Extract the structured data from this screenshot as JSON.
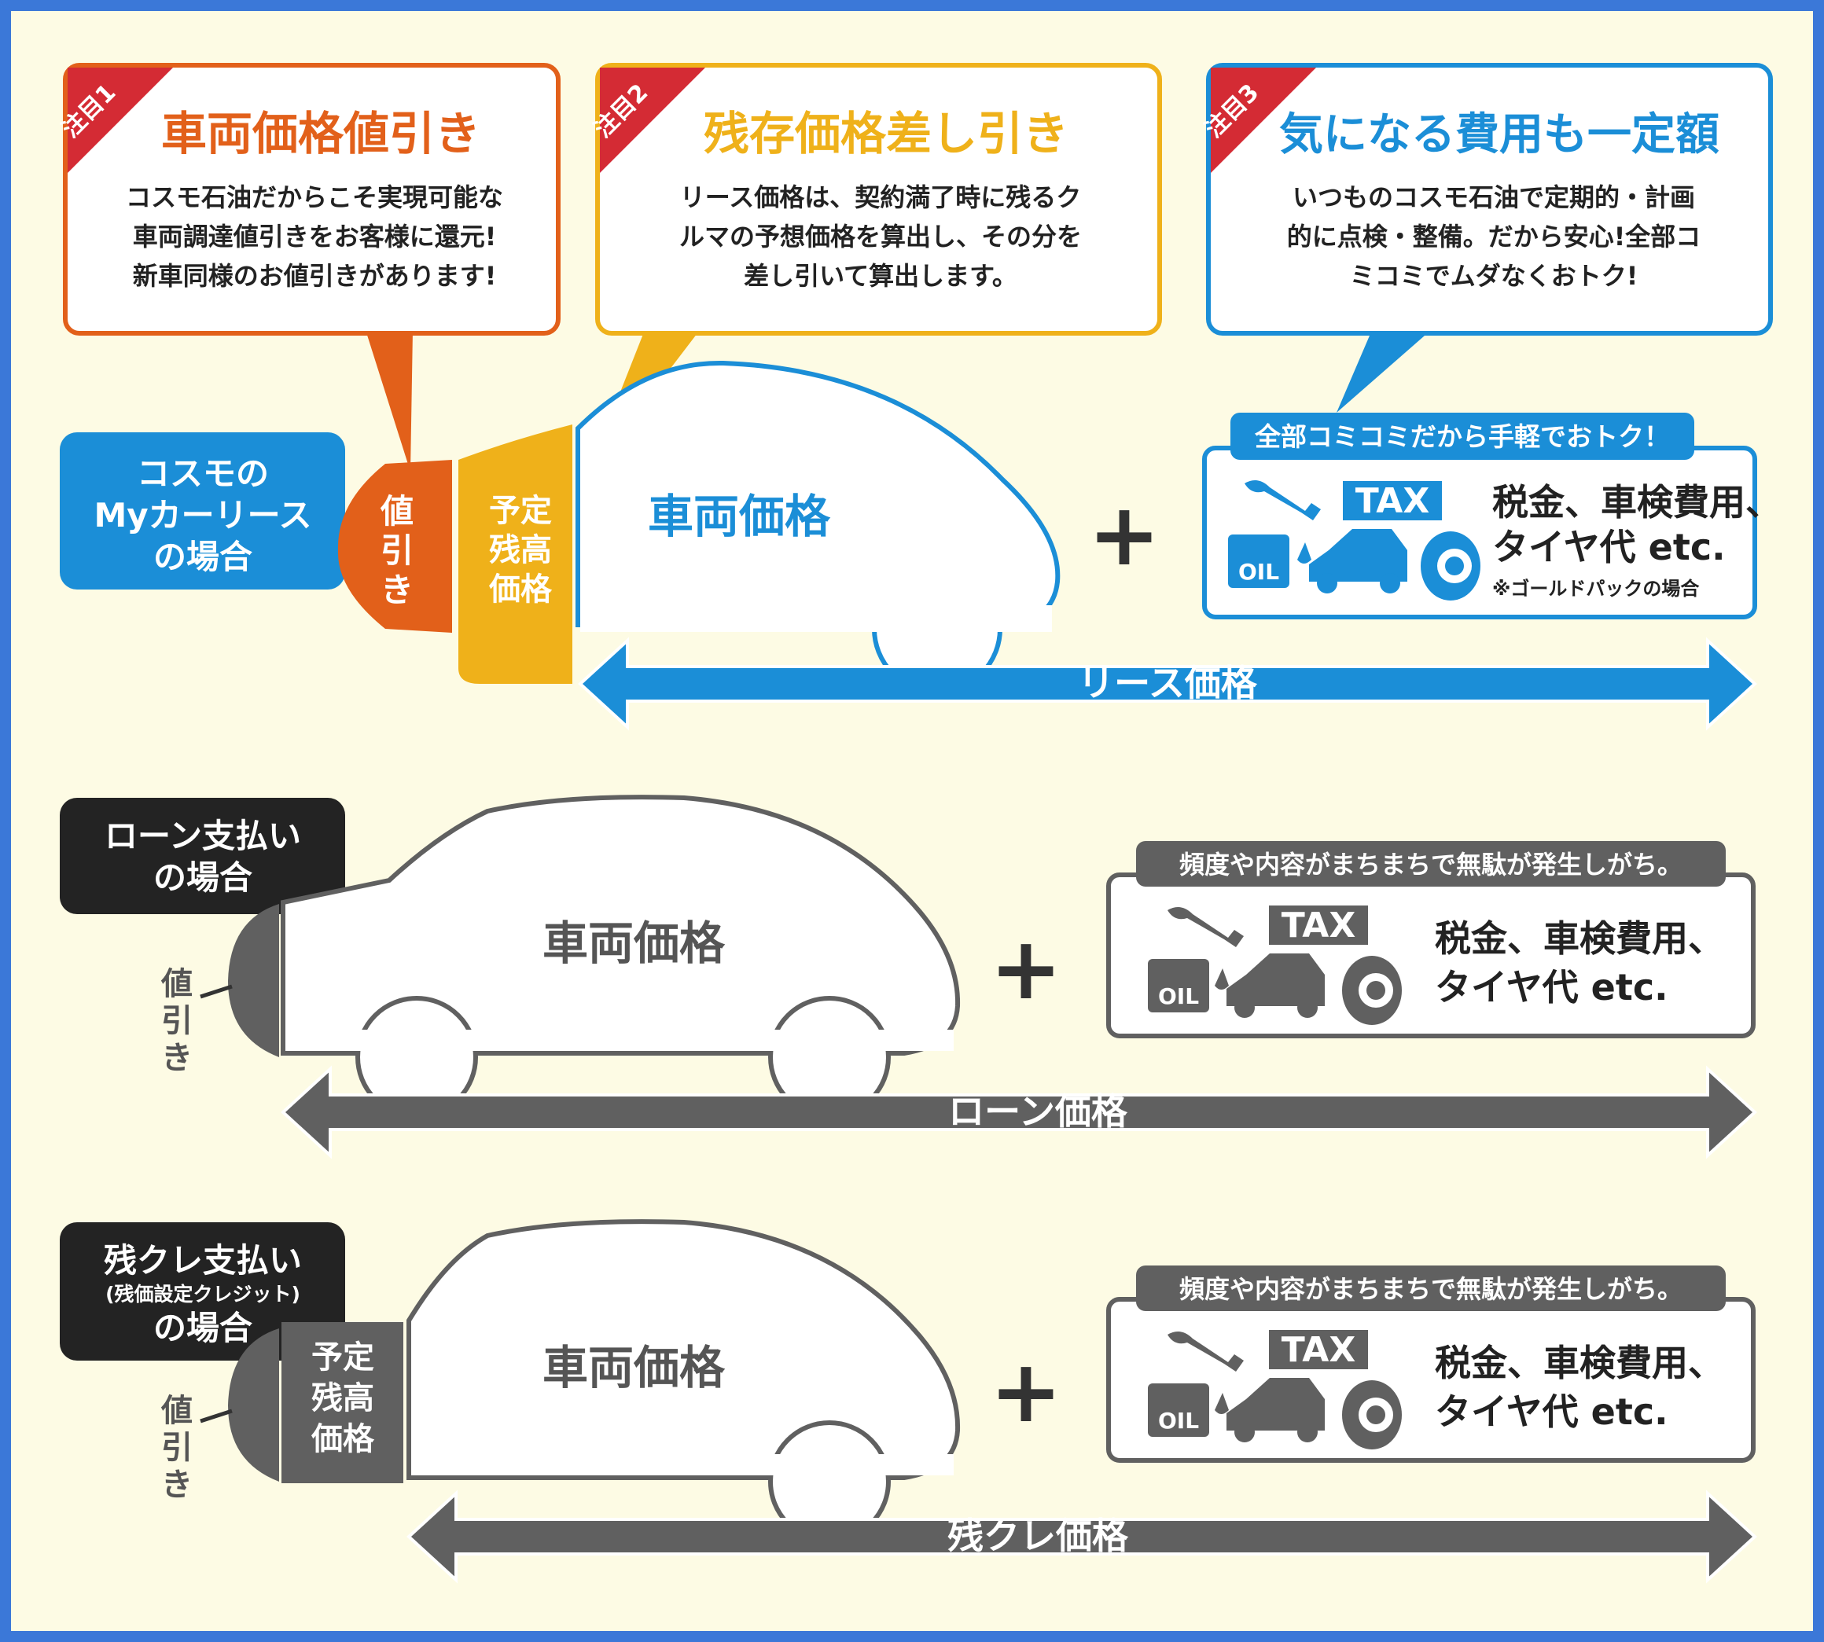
{
  "colors": {
    "background": "#fdfbe4",
    "frame": "#3b78d8",
    "orange": "#e2601a",
    "yellow": "#efb11a",
    "blue": "#1b8ed7",
    "dark": "#232323",
    "gray": "#606060"
  },
  "callouts": [
    {
      "badge": "注目1",
      "title": "車両価格値引き",
      "lines": [
        "コスモ石油だからこそ実現可能な",
        "車両調達値引きをお客様に還元!",
        "新車同様のお値引きがあります!"
      ]
    },
    {
      "badge": "注目2",
      "title": "残存価格差し引き",
      "lines": [
        "リース価格は、契約満了時に残るク",
        "ルマの予想価格を算出し、その分を",
        "差し引いて算出します。"
      ]
    },
    {
      "badge": "注目3",
      "title": "気になる費用も一定額",
      "lines": [
        "いつものコスモ石油で定期的・計画",
        "的に点検・整備。だから安心!全部コ",
        "ミコミでムダなくおトク!"
      ]
    }
  ],
  "lease": {
    "label_lines": [
      "コスモの",
      "Myカーリース",
      "の場合"
    ],
    "discount_lines": [
      "値",
      "引",
      "き"
    ],
    "residual_lines": [
      "予定",
      "残高",
      "価格"
    ],
    "car_label": "車両価格",
    "plus": "+",
    "cost_box": {
      "header": "全部コミコミだから手軽でおトク！",
      "tax": "TAX",
      "oil": "OIL",
      "text_lines": [
        "税金、車検費用、",
        "タイヤ代 etc."
      ],
      "note": "※ゴールドパックの場合"
    },
    "arrow_label": "リース価格"
  },
  "loan": {
    "label_lines": [
      "ローン支払い",
      "の場合"
    ],
    "discount_lines": [
      "値",
      "引",
      "き"
    ],
    "car_label": "車両価格",
    "plus": "+",
    "cost_box": {
      "header": "頻度や内容がまちまちで無駄が発生しがち。",
      "tax": "TAX",
      "oil": "OIL",
      "text_lines": [
        "税金、車検費用、",
        "タイヤ代 etc."
      ]
    },
    "arrow_label": "ローン価格"
  },
  "residual_credit": {
    "label_lines": [
      "残クレ支払い",
      "(残価設定クレジット)",
      "の場合"
    ],
    "discount_lines": [
      "値",
      "引",
      "き"
    ],
    "residual_lines": [
      "予定",
      "残高",
      "価格"
    ],
    "car_label": "車両価格",
    "plus": "+",
    "cost_box": {
      "header": "頻度や内容がまちまちで無駄が発生しがち。",
      "tax": "TAX",
      "oil": "OIL",
      "text_lines": [
        "税金、車検費用、",
        "タイヤ代 etc."
      ]
    },
    "arrow_label": "残クレ価格"
  }
}
